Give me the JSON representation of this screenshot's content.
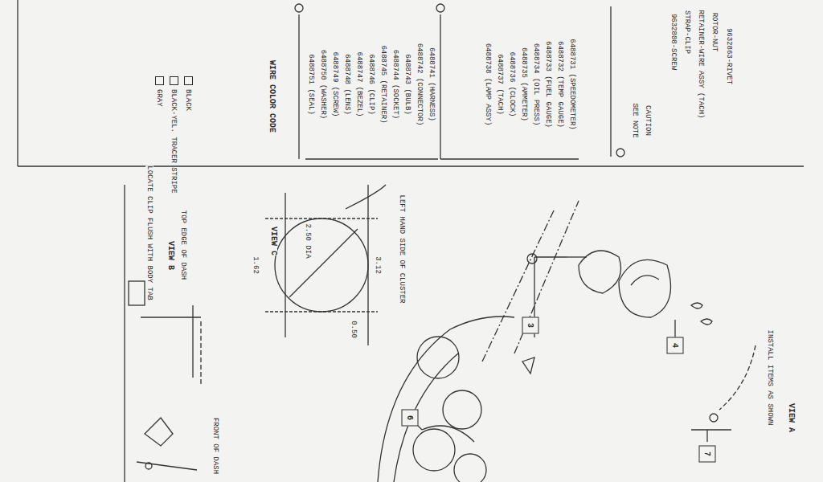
{
  "diagram": {
    "nodes": [
      {
        "text": [
          "3"
        ]
      },
      {
        "text": [
          "4"
        ]
      },
      {
        "text": [
          "6"
        ]
      },
      {
        "text": [
          "7"
        ]
      }
    ],
    "labels": [
      "9632863-RIVET",
      "ROTOR-NUT",
      "RETAINER-WIRE ASSY (TACH)",
      "STRAP-CLIP",
      "9632808-SCREW",
      "CAUTION",
      "SEE NOTE",
      "6488731 (SPEEDOMETER)",
      "6488732 (TEMP GAUGE)",
      "6488733 (FUEL GAUGE)",
      "6488734 (OIL PRESS)",
      "6488735 (AMMETER)",
      "6488736 (CLOCK)",
      "6488737 (TACH)",
      "6488738 (LAMP ASSY)",
      "6488741 (HARNESS)",
      "6488742 (CONNECTOR)",
      "6488743 (BULB)",
      "6488744 (SOCKET)",
      "6488745 (RETAINER)",
      "6488746 (CLIP)",
      "6488747 (BEZEL)",
      "6488748 (LENS)",
      "6488749 (SCREW)",
      "6488750 (WASHER)",
      "6488751 (SEAL)",
      "WIRE COLOR CODE",
      "VIEW B",
      "LOCATE CLIP FLUSH WITH BODY TAB",
      "TOP EDGE OF DASH",
      "FRONT OF DASH",
      "VIEW C",
      "2.50 DIA",
      "1.62",
      "3.12",
      "0.50",
      "VIEW A",
      "INSTALL ITEMS AS SHOWN",
      "LEFT HAND SIDE OF CLUSTER"
    ],
    "legend": [
      {
        "text": "GRAY"
      },
      {
        "text": "BLACK-YEL. TRACER STRIPE"
      },
      {
        "text": "BLACK"
      }
    ]
  }
}
